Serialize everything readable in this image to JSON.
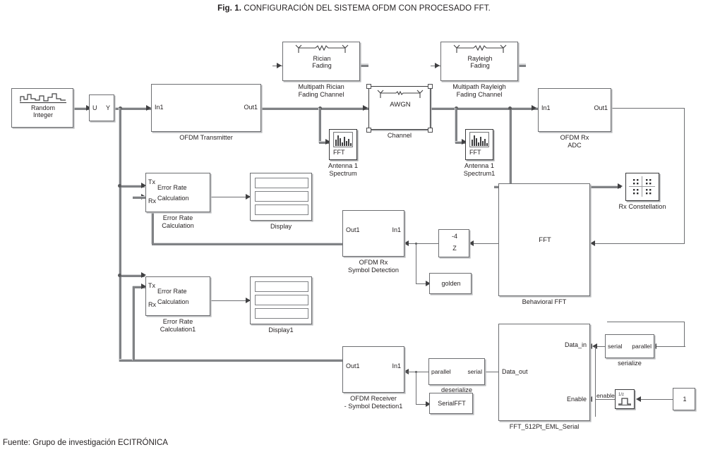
{
  "figure": {
    "label": "Fig. 1.",
    "title": "CONFIGURACIÓN DEL SISTEMA OFDM CON PROCESADO FFT.",
    "source": "Fuente: Grupo de investigación ECITRÓNICA"
  },
  "colors": {
    "block_border": "#6d6e71",
    "wire": "#6d6e71",
    "bus_wire": "#808285",
    "text": "#231f20",
    "background": "#ffffff"
  },
  "blocks": {
    "random_integer": {
      "body": "Random\nInteger",
      "icon": "staircase-waveform-icon"
    },
    "uy_block": {
      "port_in": "U",
      "port_out": "Y"
    },
    "ofdm_transmitter": {
      "caption": "OFDM Transmitter",
      "port_in": "In1",
      "port_out": "Out1"
    },
    "rician_fading": {
      "body": "Rician\nFading",
      "caption": "Multipath Rician\nFading Channel",
      "icon": "antenna-link-icon"
    },
    "rayleigh_fading": {
      "body": "Rayleigh\nFading",
      "caption": "Multipath Rayleigh\nFading Channel",
      "icon": "antenna-link-icon"
    },
    "awgn_channel": {
      "body": "AWGN",
      "caption": "Channel",
      "icon": "antenna-link-icon",
      "selected": true
    },
    "antenna1_spectrum": {
      "body": "FFT",
      "caption": "Antenna 1\nSpectrum",
      "icon": "spectrum-icon"
    },
    "antenna1_spectrum1": {
      "body": "FFT",
      "caption": "Antenna 1\nSpectrum1",
      "icon": "spectrum-icon"
    },
    "ofdm_rx_adc": {
      "caption": "OFDM Rx\nADC",
      "port_in": "In1",
      "port_out": "Out1"
    },
    "rx_constellation": {
      "caption": "Rx Constellation",
      "icon": "constellation-icon"
    },
    "error_rate_calc": {
      "body": "Error Rate\nCalculation",
      "caption": "Error Rate\nCalculation",
      "port_tx": "Tx",
      "port_rx": "Rx"
    },
    "error_rate_calc1": {
      "body": "Error Rate\nCalculation",
      "caption": "Error Rate\nCalculation1",
      "port_tx": "Tx",
      "port_rx": "Rx"
    },
    "display": {
      "caption": "Display",
      "rows": 3
    },
    "display1": {
      "caption": "Display1",
      "rows": 3
    },
    "ofdm_rx_symbol_det": {
      "caption": "OFDM Rx\nSymbol Detection",
      "port_in": "In1",
      "port_out": "Out1"
    },
    "delay_z4": {
      "numerator": "-4",
      "denominator": "Z"
    },
    "golden": {
      "body": "golden"
    },
    "behavioral_fft": {
      "body": "FFT",
      "caption": "Behavioral FFT"
    },
    "ofdm_receiver_sd1": {
      "caption": "OFDM Receiver\n- Symbol Detection1",
      "port_in": "In1",
      "port_out": "Out1"
    },
    "deserialize": {
      "caption": "deserialize",
      "port_left": "parallel",
      "port_right": "serial"
    },
    "serialfft": {
      "body": "SerialFFT"
    },
    "fft_512pt": {
      "caption": "FFT_512Pt_EML_Serial",
      "port_data_in": "Data_in",
      "port_data_out": "Data_out",
      "port_enable": "Enable"
    },
    "serialize": {
      "caption": "serialize",
      "port_left": "serial",
      "port_right": "parallel"
    },
    "enable_pulse": {
      "label": "enable",
      "body": "1/z",
      "icon": "pulse-icon"
    },
    "constant_one": {
      "body": "1"
    }
  }
}
